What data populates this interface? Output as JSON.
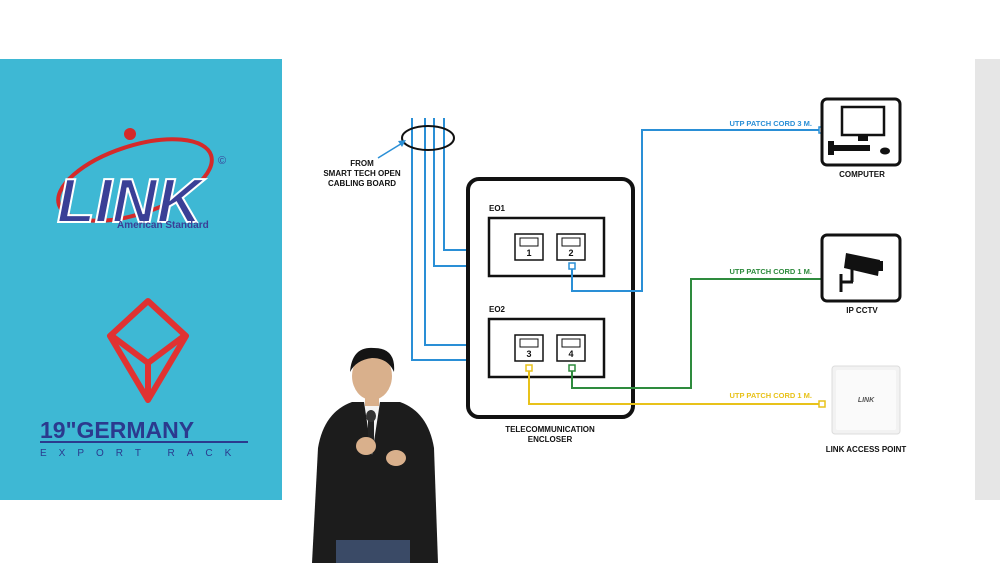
{
  "brand": {
    "link_logo_text": "LINK",
    "link_logo_subtext": "American Standard",
    "germany_logo_text": "19\"GERMANY",
    "germany_logo_subtext": "EXPORT RACK"
  },
  "diagram": {
    "source_label_lines": [
      "FROM",
      "SMART TECH OPEN",
      "CABLING BOARD"
    ],
    "enclosure_label_lines": [
      "TELECOMMUNICATION",
      "ENCLOSER"
    ],
    "eo1_label": "EO1",
    "eo2_label": "EO2",
    "ports": [
      "1",
      "2",
      "3",
      "4"
    ],
    "cords": {
      "computer": "UTP PATCH CORD 3 M.",
      "cctv": "UTP PATCH CORD 1 M.",
      "ap": "UTP PATCH CORD 1 M."
    },
    "devices": {
      "computer": "COMPUTER",
      "cctv": "IP CCTV",
      "ap": "LINK ACCESS POINT",
      "ap_logo": "LINK"
    },
    "colors": {
      "blue": "#2a8fd6",
      "green": "#2e8b3d",
      "yellow": "#e8c21a",
      "panel": "#3eb8d4"
    }
  }
}
